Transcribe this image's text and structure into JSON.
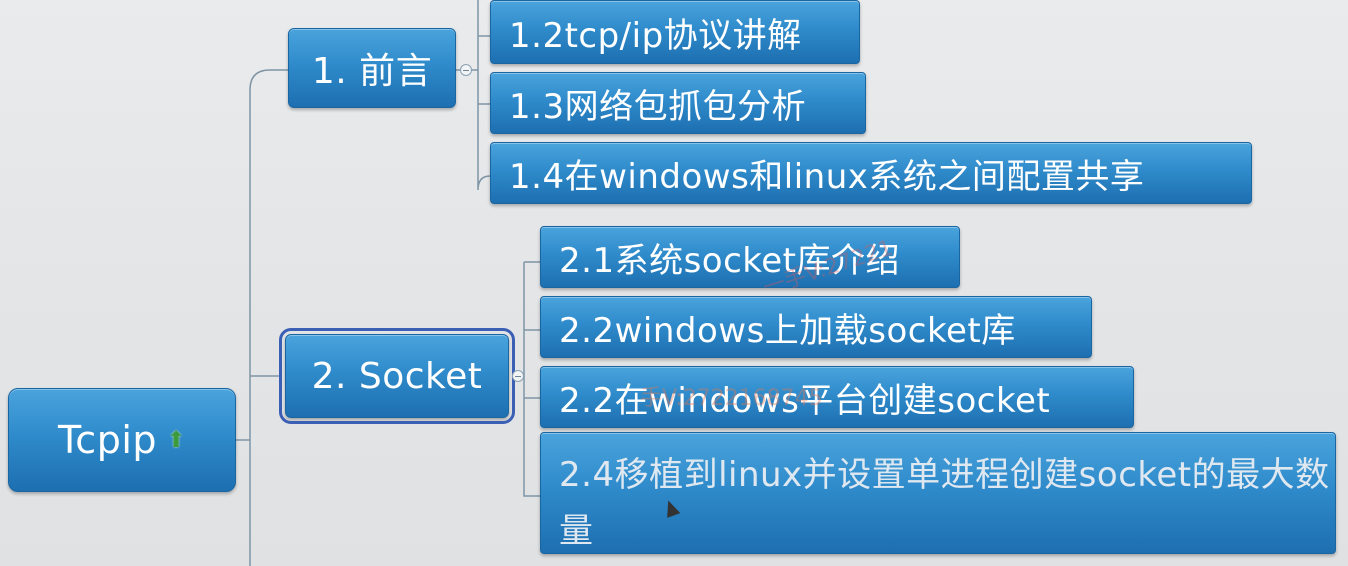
{
  "root": {
    "label": "Tcpip",
    "icon": "up-arrow-icon"
  },
  "branches": [
    {
      "label": "1. 前言",
      "children": [
        "1.2tcp/ip协议讲解",
        "1.3网络包抓包分析",
        "1.4在windows和linux系统之间配置共享"
      ]
    },
    {
      "label": "2. Socket",
      "selected": true,
      "children": [
        "2.1系统socket库介绍",
        "2.2windows上加载socket库",
        "2.2在windows平台创建socket",
        "2.4移植到linux并设置单进程创建socket的最大数量"
      ]
    }
  ],
  "watermarks": [
    "一手V:27221",
    "手V:2722168745"
  ],
  "colors": {
    "node": "#2f8bcb",
    "connector": "#7f95a6",
    "selection": "#3a5fb5"
  }
}
